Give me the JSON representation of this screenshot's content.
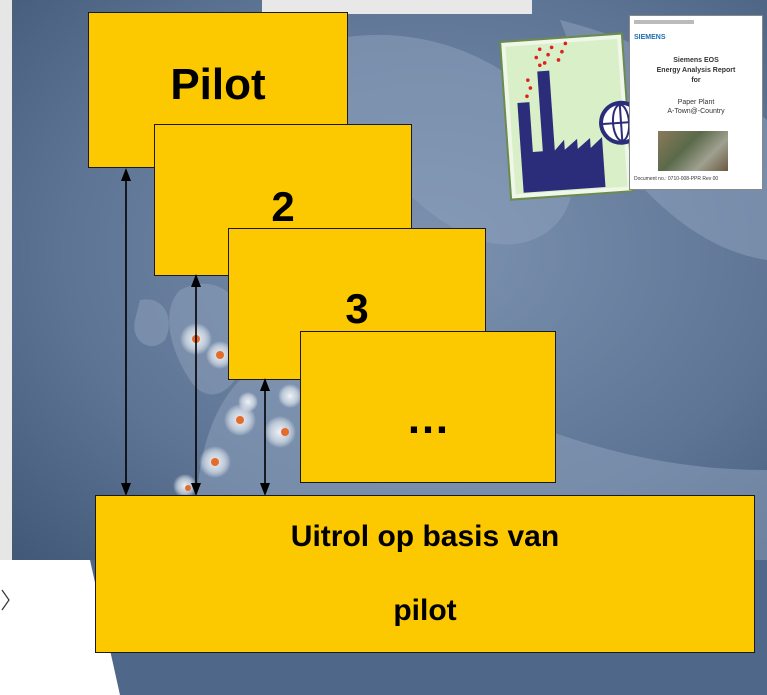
{
  "steps": {
    "pilot": "Pilot",
    "step2": "2",
    "step3": "3",
    "more": "…"
  },
  "rollout": {
    "line1": "Uitrol op basis van",
    "line2": "pilot"
  },
  "report": {
    "brand": "SIEMENS",
    "title_line1": "Siemens EOS",
    "title_line2": "Energy Analysis Report",
    "title_line3": "for",
    "subject_line1": "Paper Plant",
    "subject_line2": "A-Town@-Country",
    "footer": "Document no.: 0710-008-PPR    Rev 00"
  },
  "colors": {
    "box_fill": "#fcc800",
    "map_background": "#5d7494",
    "land": "#e8edf2",
    "location_marker": "#e46b2a"
  }
}
